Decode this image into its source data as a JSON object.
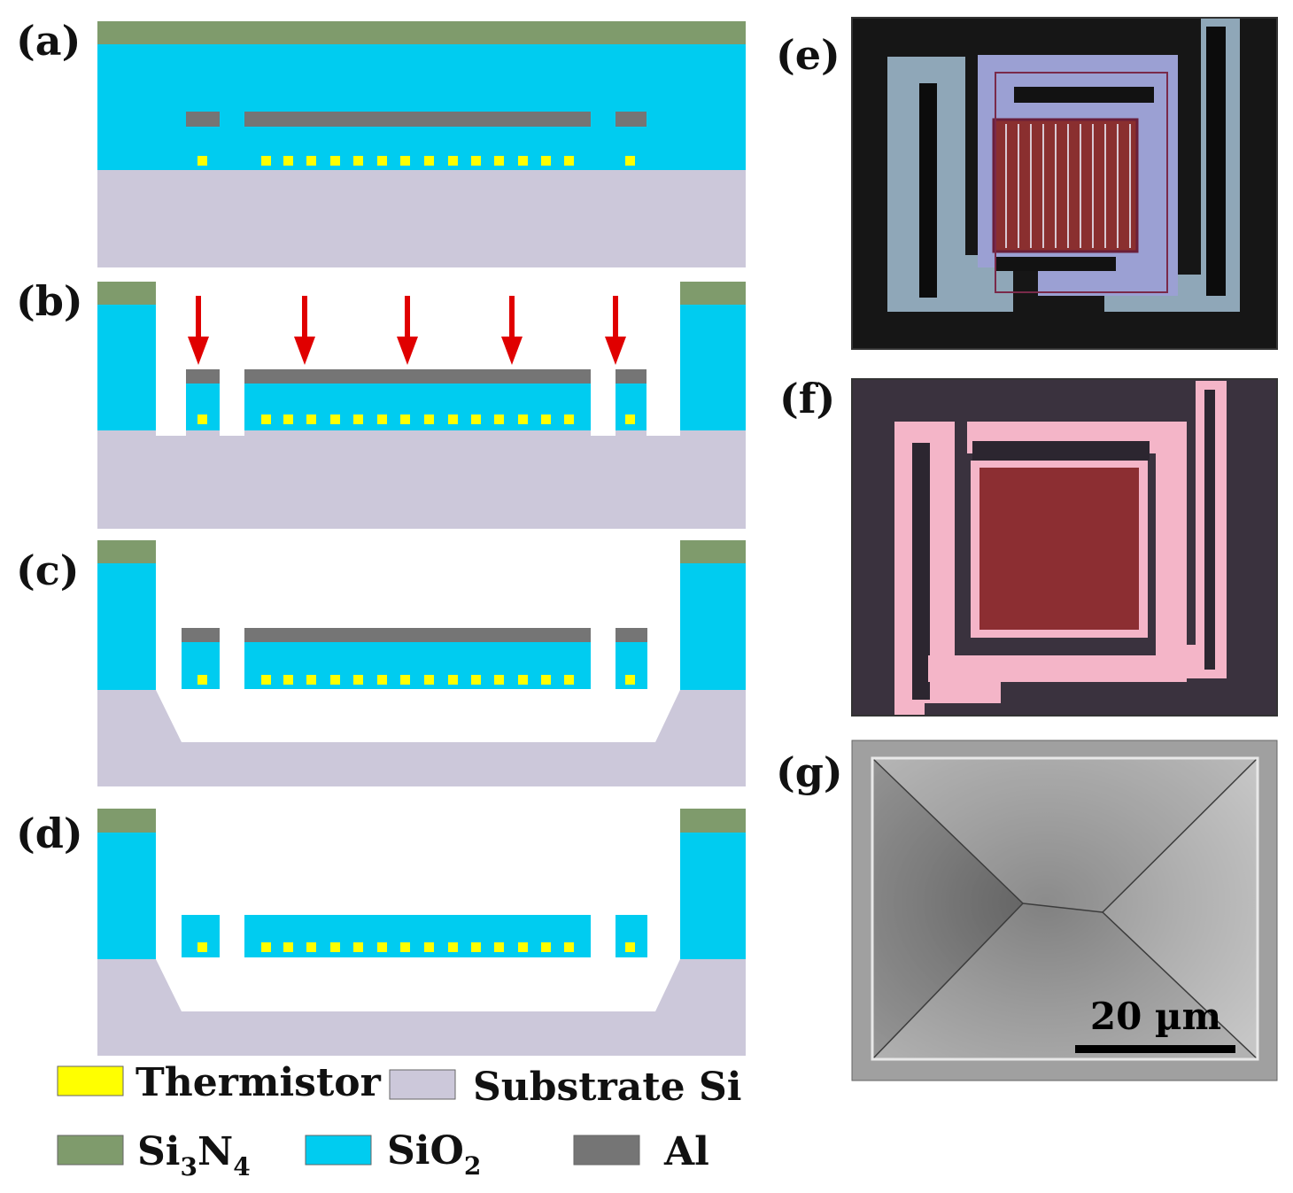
{
  "panels": {
    "a": "(a)",
    "b": "(b)",
    "c": "(c)",
    "d": "(d)",
    "e": "(e)",
    "f": "(f)",
    "g": "(g)"
  },
  "legend": {
    "thermistor": "Thermistor",
    "substrate": "Substrate Si",
    "si3n4": {
      "a": "Si",
      "b": "3",
      "c": "N",
      "d": "4"
    },
    "sio2": {
      "a": "SiO",
      "b": "2"
    },
    "al": "Al"
  },
  "scale_bar": {
    "label": "20 µm"
  },
  "colors": {
    "si3n4": "#7f9b6c",
    "sio2": "#00ccf0",
    "substrate": "#ccc8da",
    "al": "#757575",
    "thermistor": "#ffff00",
    "arrow": "#e00000"
  }
}
